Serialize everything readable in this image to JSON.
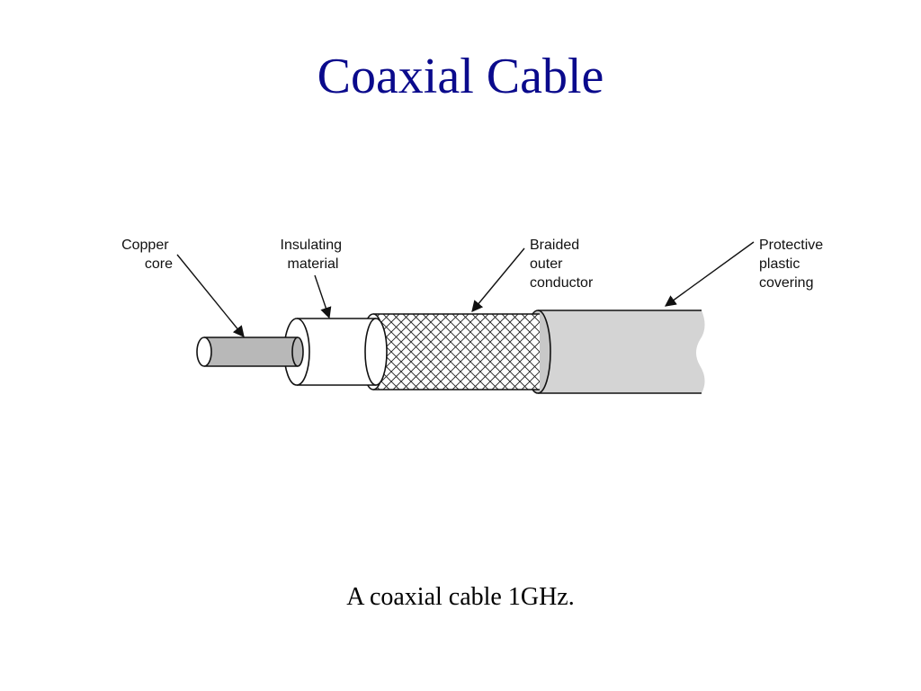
{
  "slide": {
    "title": "Coaxial Cable",
    "caption": "A coaxial cable 1GHz."
  },
  "labels": {
    "copper_core": [
      "Copper",
      "core"
    ],
    "insulating_material": [
      "Insulating",
      "material"
    ],
    "braided_outer_conductor": [
      "Braided",
      "outer",
      "conductor"
    ],
    "protective_covering": [
      "Protective",
      "plastic",
      "covering"
    ]
  },
  "colors": {
    "title": "#0a0a8c",
    "copper_fill": "#b8b8b8",
    "jacket_fill": "#d4d4d4",
    "insulation_fill": "#ffffff",
    "line": "#111111"
  }
}
